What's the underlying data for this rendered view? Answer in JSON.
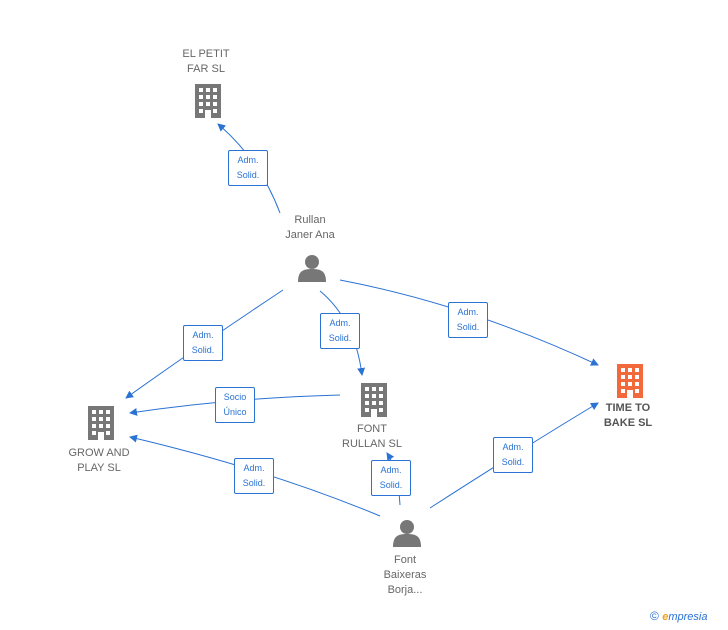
{
  "nodes": {
    "el_petit_far": {
      "label": "EL PETIT\nFAR  SL",
      "type": "company"
    },
    "rullan_janer": {
      "label": "Rullan\nJaner Ana",
      "type": "person"
    },
    "time_to_bake": {
      "label": "TIME TO\nBAKE  SL",
      "type": "company",
      "highlight": true
    },
    "grow_and_play": {
      "label": "GROW AND\nPLAY SL",
      "type": "company"
    },
    "font_rullan": {
      "label": "FONT\nRULLAN SL",
      "type": "company"
    },
    "font_baixeras": {
      "label": "Font\nBaixeras\nBorja...",
      "type": "person"
    }
  },
  "edges": {
    "e1": {
      "label": "Adm.\nSolid."
    },
    "e2": {
      "label": "Adm.\nSolid."
    },
    "e3": {
      "label": "Adm.\nSolid."
    },
    "e4": {
      "label": "Adm.\nSolid."
    },
    "e5": {
      "label": "Socio\nÚnico"
    },
    "e6": {
      "label": "Adm.\nSolid."
    },
    "e7": {
      "label": "Adm.\nSolid."
    },
    "e8": {
      "label": "Adm.\nSolid."
    }
  },
  "colors": {
    "edge": "#2a72d4",
    "node": "#777777",
    "highlight": "#f26a3c"
  },
  "footer": {
    "copyright": "©",
    "brand_e": "e",
    "brand_rest": "mpresia"
  }
}
